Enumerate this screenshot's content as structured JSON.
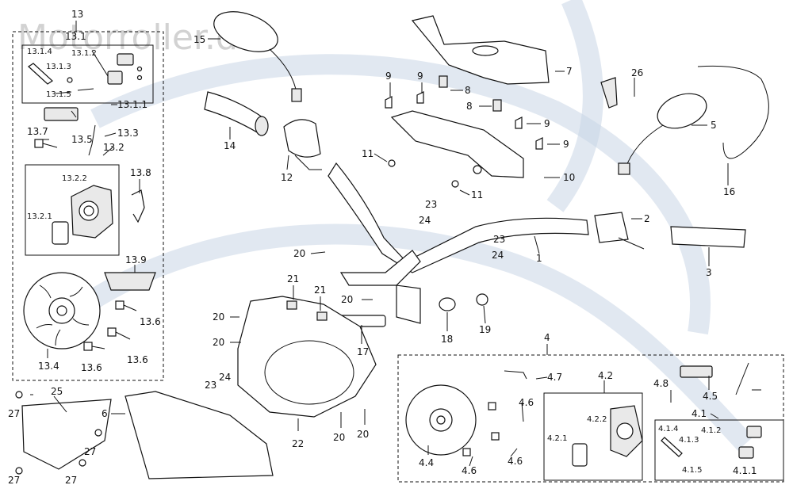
{
  "watermark": "Motorroller.de",
  "callouts": {
    "c1": "1",
    "c2": "2",
    "c3": "3",
    "c4": "4",
    "c4_1": "4.1",
    "c4_1_1": "4.1.1",
    "c4_1_2": "4.1.2",
    "c4_1_3": "4.1.3",
    "c4_1_4": "4.1.4",
    "c4_1_5": "4.1.5",
    "c4_2": "4.2",
    "c4_2_1": "4.2.1",
    "c4_2_2": "4.2.2",
    "c4_4": "4.4",
    "c4_5": "4.5",
    "c4_6a": "4.6",
    "c4_6b": "4.6",
    "c4_6c": "4.6",
    "c4_7": "4.7",
    "c4_8": "4.8",
    "c5": "5",
    "c6": "6",
    "c7": "7",
    "c8a": "8",
    "c8b": "8",
    "c9a": "9",
    "c9b": "9",
    "c9c": "9",
    "c9d": "9",
    "c10": "10",
    "c11a": "11",
    "c11b": "11",
    "c12": "12",
    "c13": "13",
    "c13_1": "13.1",
    "c13_1_1": "13.1.1",
    "c13_1_2": "13.1.2",
    "c13_1_3": "13.1.3",
    "c13_1_4": "13.1.4",
    "c13_1_5": "13.1.5",
    "c13_2": "13.2",
    "c13_2_1": "13.2.1",
    "c13_2_2": "13.2.2",
    "c13_3": "13.3",
    "c13_4": "13.4",
    "c13_5": "13.5",
    "c13_6a": "13.6",
    "c13_6b": "13.6",
    "c13_6c": "13.6",
    "c13_7": "13.7",
    "c13_8": "13.8",
    "c13_9": "13.9",
    "c14": "14",
    "c15": "15",
    "c16": "16",
    "c17": "17",
    "c18": "18",
    "c19": "19",
    "c20a": "20",
    "c20b": "20",
    "c20c": "20",
    "c20d": "20",
    "c20e": "20",
    "c20f": "20",
    "c21a": "21",
    "c21b": "21",
    "c22": "22",
    "c23a": "23",
    "c23b": "23",
    "c23c": "23",
    "c24a": "24",
    "c24b": "24",
    "c24c": "24",
    "c25": "25",
    "c26": "26",
    "c27a": "27",
    "c27b": "27",
    "c27c": "27",
    "c27d": "27"
  }
}
